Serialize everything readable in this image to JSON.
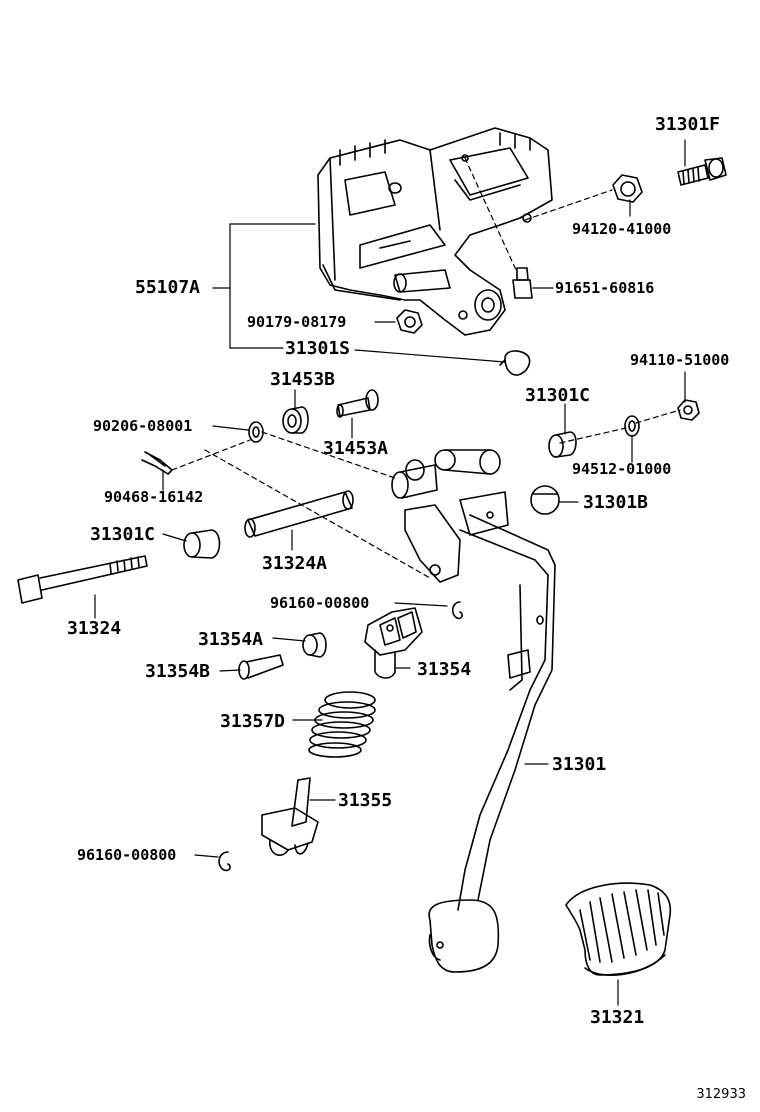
{
  "diagram": {
    "id": "312933"
  },
  "labels": {
    "p31301F": "31301F",
    "p94120_41000": "94120-41000",
    "p55107A": "55107A",
    "p91651_60816": "91651-60816",
    "p90179_08179": "90179-08179",
    "p31301S": "31301S",
    "p94110_51000": "94110-51000",
    "p31453B": "31453B",
    "p31301C_top": "31301C",
    "p90206_08001": "90206-08001",
    "p31453A": "31453A",
    "p94512_01000": "94512-01000",
    "p90468_16142": "90468-16142",
    "p31301B": "31301B",
    "p31301C_left": "31301C",
    "p31324A": "31324A",
    "p31324": "31324",
    "p96160_00800_top": "96160-00800",
    "p31354A": "31354A",
    "p31354B": "31354B",
    "p31354": "31354",
    "p31357D": "31357D",
    "p31301": "31301",
    "p31355": "31355",
    "p96160_00800_bottom": "96160-00800",
    "p31321": "31321"
  }
}
